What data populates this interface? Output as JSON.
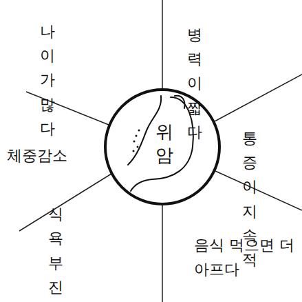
{
  "diagram": {
    "nodes": [
      {
        "text": [
          "위 암"
        ]
      }
    ],
    "labels": [
      "나이가 많다",
      "병력이 짧다",
      "통증이 지속적",
      "음식 먹으면 더 아프다",
      "식욕부진",
      "체중감소"
    ]
  }
}
